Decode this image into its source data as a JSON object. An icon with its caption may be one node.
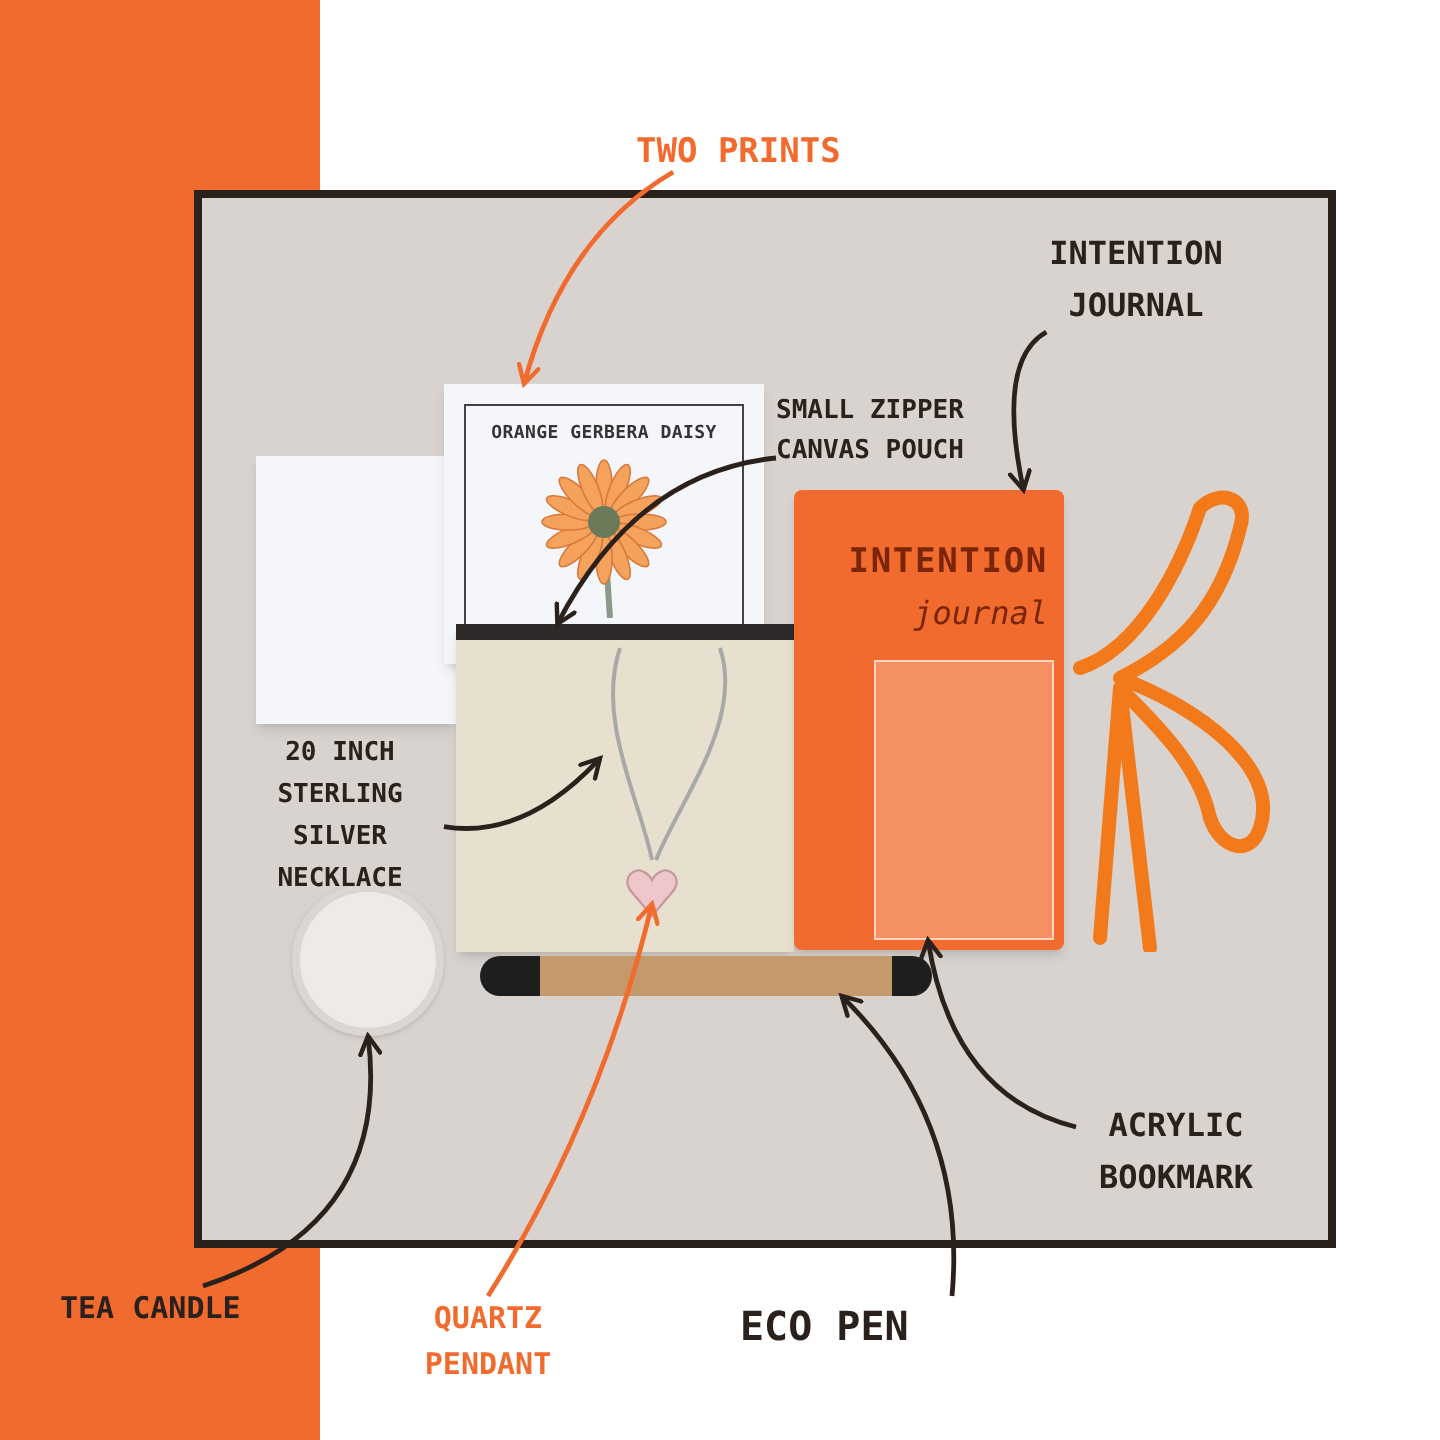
{
  "diagram": {
    "nodes": [
      {
        "text": [
          "TWO PRINTS"
        ]
      },
      {
        "text": [
          "INTENTION JOURNAL"
        ]
      },
      {
        "text": [
          "SMALL ZIPPER CANVAS POUCH"
        ]
      },
      {
        "text": [
          "20 INCH STERLING SILVER NECKLACE"
        ]
      },
      {
        "text": [
          "ACRYLIC BOOKMARK"
        ]
      },
      {
        "text": [
          "TEA CANDLE"
        ]
      },
      {
        "text": [
          "QUARTZ PENDANT"
        ]
      },
      {
        "text": [
          "ECO PEN"
        ]
      },
      {
        "text": [],
        "shape": "box"
      },
      {
        "text": [
          "ORANGE GERBERA DAISY"
        ]
      },
      {
        "text": [],
        "shape": "box"
      },
      {
        "text": [],
        "shape": "picture",
        "in": 10
      },
      {
        "text": [],
        "shape": "picture",
        "in": 10
      },
      {
        "text": [
          "INTENTION",
          "journal"
        ]
      },
      {
        "text": [],
        "shape": "box",
        "in": 13
      },
      {
        "text": [],
        "shape": "circle"
      },
      {
        "text": [],
        "shape": "bar"
      }
    ],
    "edges": [
      {
        "from": 0,
        "to": 9,
        "arrow": "to",
        "color": "#f26b2e"
      },
      {
        "from": 1,
        "to": 13,
        "arrow": "to"
      },
      {
        "from": 2,
        "to": 10,
        "arrow": "to"
      },
      {
        "from": 3,
        "to": 11,
        "arrow": "to"
      },
      {
        "from": 4,
        "to": 14,
        "arrow": "to"
      },
      {
        "from": 5,
        "to": 15,
        "arrow": "to"
      },
      {
        "from": 6,
        "to": 12,
        "arrow": "to",
        "color": "#f26b2e"
      },
      {
        "from": 7,
        "to": 16,
        "arrow": "to"
      }
    ]
  }
}
